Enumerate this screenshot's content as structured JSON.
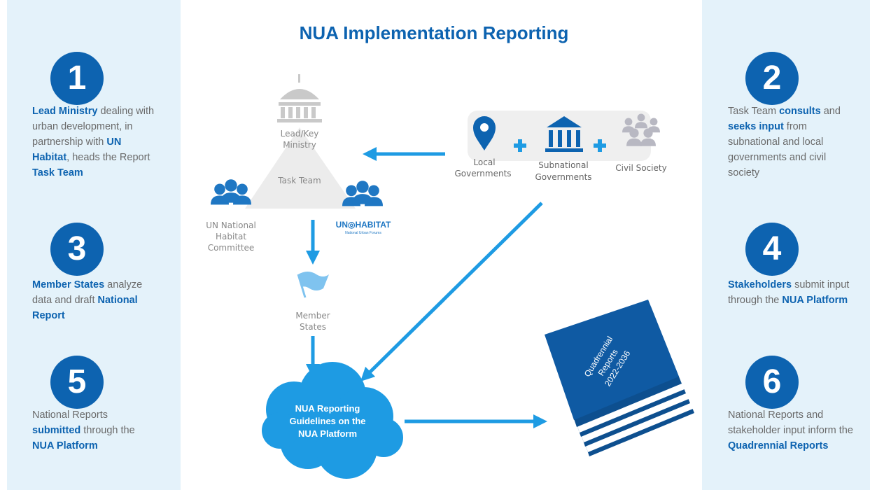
{
  "title": "NUA Implementation Reporting",
  "colors": {
    "primary": "#0d63b0",
    "arrow": "#1e9be3",
    "panel": "#e4f2fa",
    "icon_gray": "#c9c9c9",
    "people_blue": "#1f77c3"
  },
  "steps": [
    {
      "num": "1",
      "parts": [
        {
          "t": "Lead Ministry",
          "b": true
        },
        {
          "t": " dealing with urban development, in partnership with "
        },
        {
          "t": "UN Habitat",
          "b": true
        },
        {
          "t": ", heads the Report "
        },
        {
          "t": "Task Team",
          "b": true
        }
      ]
    },
    {
      "num": "2",
      "parts": [
        {
          "t": "Task Team "
        },
        {
          "t": "consults",
          "b": true
        },
        {
          "t": " and "
        },
        {
          "t": "seeks input",
          "b": true
        },
        {
          "t": " from subnational and local governments and civil society"
        }
      ]
    },
    {
      "num": "3",
      "parts": [
        {
          "t": "Member States",
          "b": true
        },
        {
          "t": " analyze data and draft "
        },
        {
          "t": "National Report",
          "b": true
        }
      ]
    },
    {
      "num": "4",
      "parts": [
        {
          "t": "Stakeholders",
          "b": true
        },
        {
          "t": " submit input through the "
        },
        {
          "t": "NUA Platform",
          "b": true
        }
      ]
    },
    {
      "num": "5",
      "parts": [
        {
          "t": "National Reports "
        },
        {
          "t": "submitted",
          "b": true
        },
        {
          "t": " through the "
        },
        {
          "t": "NUA Platform",
          "b": true
        }
      ]
    },
    {
      "num": "6",
      "parts": [
        {
          "t": "National Reports and stakeholder input inform the "
        },
        {
          "t": "Quadrennial Reports",
          "b": true
        }
      ]
    }
  ],
  "diagram": {
    "lead_ministry": [
      "Lead/Key",
      "Ministry"
    ],
    "task_team": "Task Team",
    "un_committee": [
      "UN National",
      "Habitat",
      "Committee"
    ],
    "un_habitat_logo": "UN◎HABITAT",
    "un_habitat_sub": "National Urban Forums",
    "member_states": [
      "Member",
      "States"
    ],
    "local_gov": [
      "Local",
      "Governments"
    ],
    "subnational_gov": [
      "Subnational",
      "Governments"
    ],
    "civil_society": "Civil Society",
    "plus": "+",
    "cloud": [
      "NUA Reporting",
      "Guidelines on the",
      "NUA Platform"
    ],
    "book": [
      "Quadrennial",
      "Reports",
      "2022-2036"
    ]
  }
}
